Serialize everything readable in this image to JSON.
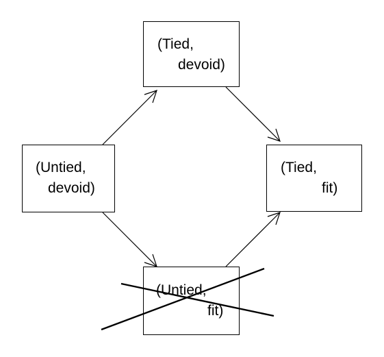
{
  "states": {
    "tied_devoid": {
      "line1": "(Tied,",
      "line2": "devoid)"
    },
    "untied_devoid": {
      "line1": "(Untied,",
      "line2": "devoid)"
    },
    "tied_fit": {
      "line1": "(Tied,",
      "line2": "fit)"
    },
    "untied_fit": {
      "line1": "(Untied,",
      "line2": "fit)",
      "crossed_out": true
    }
  },
  "transitions": [
    {
      "from": "untied_devoid",
      "to": "tied_devoid"
    },
    {
      "from": "tied_devoid",
      "to": "tied_fit"
    },
    {
      "from": "untied_devoid",
      "to": "untied_fit"
    },
    {
      "from": "untied_fit",
      "to": "tied_fit"
    }
  ]
}
